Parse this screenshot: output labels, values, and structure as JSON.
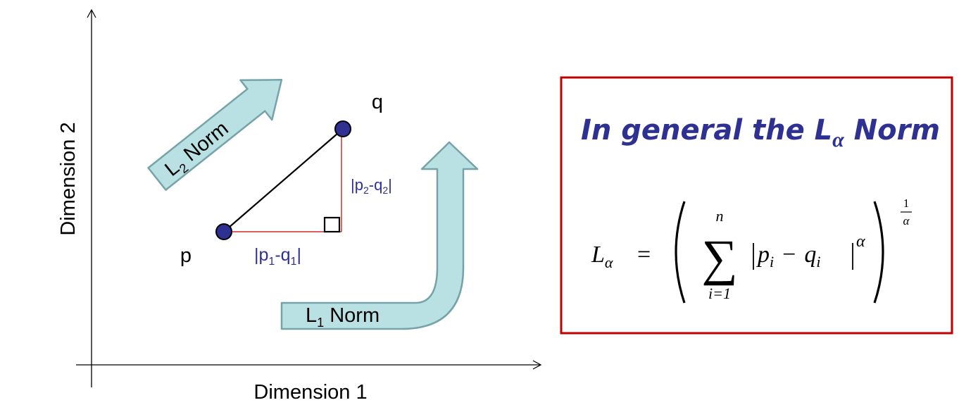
{
  "diagram": {
    "axes": {
      "x_label": "Dimension 1",
      "y_label": "Dimension 2"
    },
    "points": {
      "p_label": "p",
      "q_label": "q"
    },
    "segments": {
      "horizontal": {
        "open": "|p",
        "sub1": "1",
        "mid": "-q",
        "sub2": "1",
        "close": "|"
      },
      "vertical": {
        "open": "|p",
        "sub1": "2",
        "mid": "-q",
        "sub2": "2",
        "close": "|"
      }
    },
    "arrows": {
      "l2": {
        "prefix": "L",
        "sub": "2",
        "suffix": " Norm"
      },
      "l1": {
        "prefix": "L",
        "sub": "1",
        "suffix": " Norm"
      }
    }
  },
  "formula_box": {
    "title_prefix": "In general the L",
    "title_sub": "α",
    "title_suffix": " Norm",
    "formula": {
      "lhs": "L",
      "lhs_sub": "α",
      "equals": "=",
      "sum_symbol": "∑",
      "sum_upper": "n",
      "sum_lower": "i=1",
      "body_p": "p",
      "body_i1": "i",
      "body_minus": "−",
      "body_q": "q",
      "body_i2": "i",
      "body_exp": "α",
      "outer_exp_num": "1",
      "outer_exp_den": "α"
    }
  },
  "colors": {
    "accent": "#2e3192",
    "box_border": "#c00000",
    "arrow_fill": "#b9e1e3",
    "arrow_stroke": "#76a3a8",
    "point_fill": "#2e3192",
    "right_angle_line": "#c00000"
  }
}
